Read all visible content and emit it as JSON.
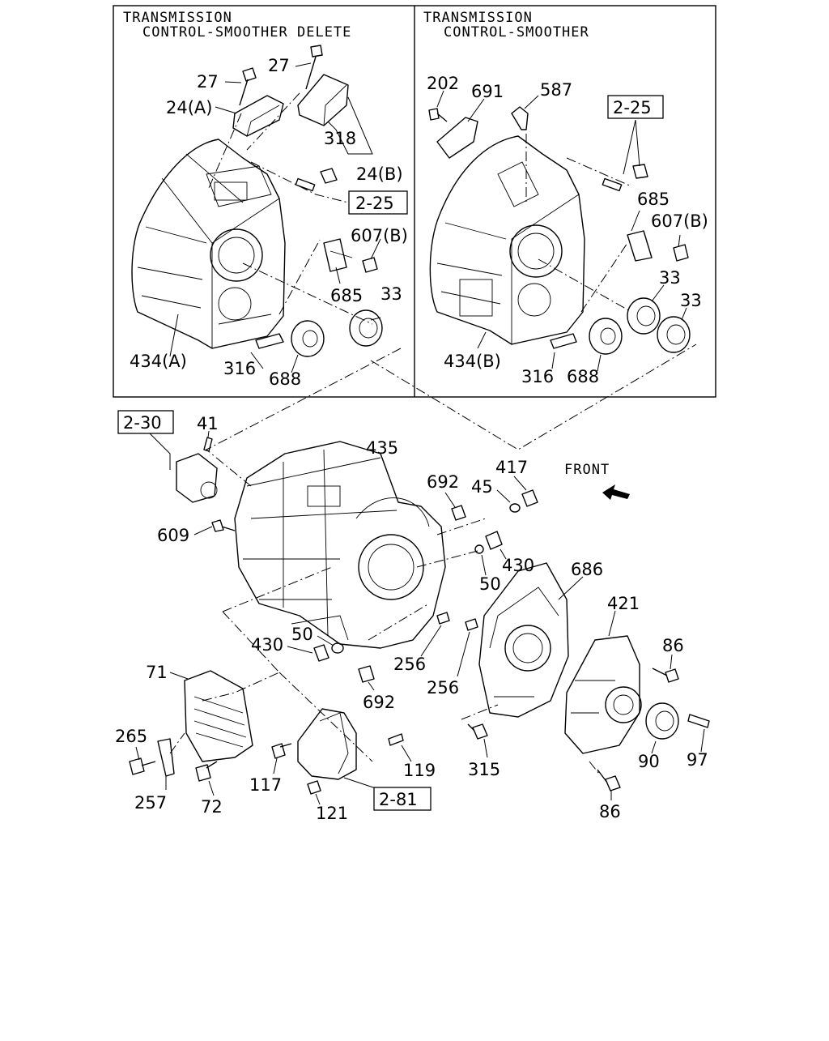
{
  "headers": {
    "left_line1": "TRANSMISSION",
    "left_line2": "CONTROL-SMOOTHER DELETE",
    "right_line1": "TRANSMISSION",
    "right_line2": "CONTROL-SMOOTHER"
  },
  "front_label": "FRONT",
  "refs": {
    "ref_2_25_left": "2-25",
    "ref_2_25_right": "2-25",
    "ref_2_30": "2-30",
    "ref_2_81": "2-81"
  },
  "labels": {
    "l27a": "27",
    "l27b": "27",
    "l24a": "24(A)",
    "l318": "318",
    "l24b": "24(B)",
    "l607bL": "607(B)",
    "l685L": "685",
    "l33L": "33",
    "l434a": "434(A)",
    "l316L": "316",
    "l688L": "688",
    "l202": "202",
    "l691": "691",
    "l587": "587",
    "l685R": "685",
    "l607bR": "607(B)",
    "l33R1": "33",
    "l33R2": "33",
    "l434b": "434(B)",
    "l316R": "316",
    "l688R": "688",
    "l41": "41",
    "l435": "435",
    "l417": "417",
    "l45": "45",
    "l692a": "692",
    "l609": "609",
    "l430a": "430",
    "l50a": "50",
    "l686": "686",
    "l421": "421",
    "l86a": "86",
    "l430b": "430",
    "l50b": "50",
    "l256a": "256",
    "l256b": "256",
    "l692b": "692",
    "l71": "71",
    "l265": "265",
    "l257": "257",
    "l72": "72",
    "l117": "117",
    "l121": "121",
    "l119": "119",
    "l315": "315",
    "l90": "90",
    "l97": "97",
    "l86b": "86"
  }
}
